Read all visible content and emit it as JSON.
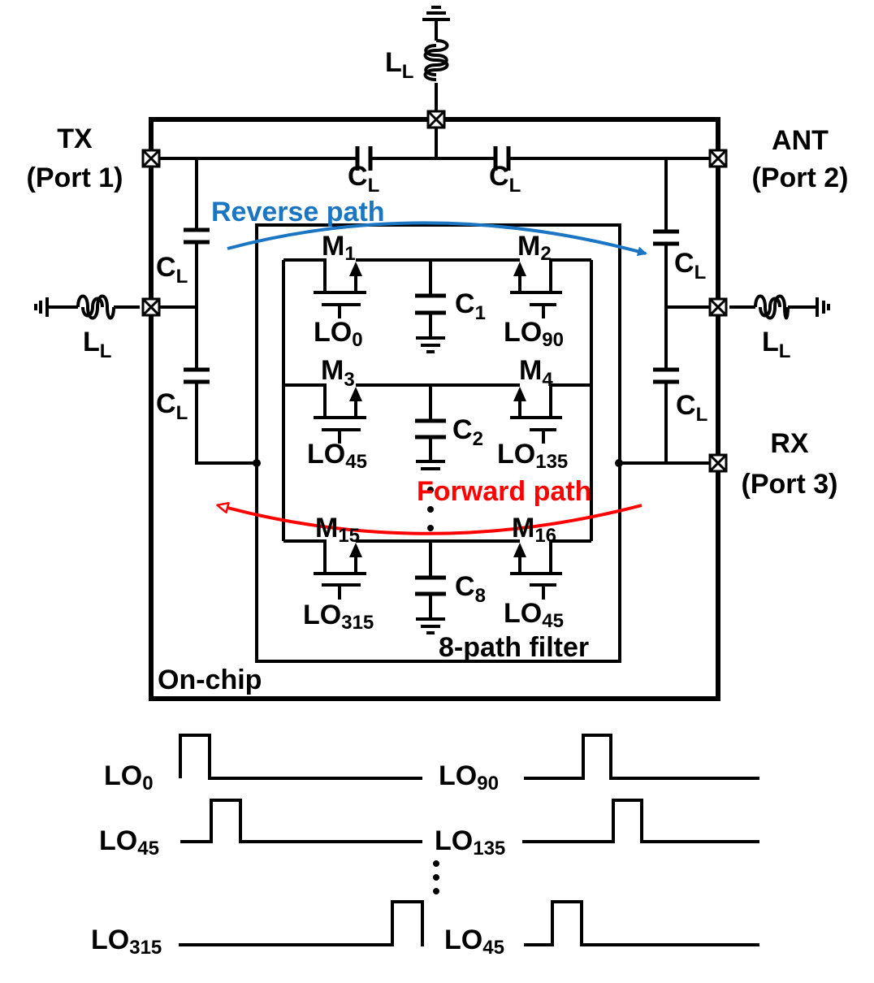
{
  "ports": {
    "tx": {
      "name": "TX",
      "port": "(Port 1)"
    },
    "ant": {
      "name": "ANT",
      "port": "(Port 2)"
    },
    "rx": {
      "name": "RX",
      "port": "(Port 3)"
    }
  },
  "inductor": {
    "main": "L",
    "sub": "L"
  },
  "capacitor_load": {
    "main": "C",
    "sub": "L"
  },
  "filter_caps": [
    {
      "main": "C",
      "sub": "1"
    },
    {
      "main": "C",
      "sub": "2"
    },
    {
      "main": "C",
      "sub": "8"
    }
  ],
  "transistors": [
    {
      "main": "M",
      "sub": "1"
    },
    {
      "main": "M",
      "sub": "2"
    },
    {
      "main": "M",
      "sub": "3"
    },
    {
      "main": "M",
      "sub": "4"
    },
    {
      "main": "M",
      "sub": "15"
    },
    {
      "main": "M",
      "sub": "16"
    }
  ],
  "gate_lo": [
    {
      "main": "LO",
      "sub": "0"
    },
    {
      "main": "LO",
      "sub": "90"
    },
    {
      "main": "LO",
      "sub": "45"
    },
    {
      "main": "LO",
      "sub": "135"
    },
    {
      "main": "LO",
      "sub": "315"
    },
    {
      "main": "LO",
      "sub": "45"
    }
  ],
  "paths": {
    "reverse": {
      "label": "Reverse path",
      "color": "#1a75c2"
    },
    "forward": {
      "label": "Forward path",
      "color": "#ff0000"
    }
  },
  "boxes": {
    "filter": "8-path filter",
    "chip": "On-chip"
  },
  "waveforms": [
    {
      "main": "LO",
      "sub": "0"
    },
    {
      "main": "LO",
      "sub": "90"
    },
    {
      "main": "LO",
      "sub": "45"
    },
    {
      "main": "LO",
      "sub": "135"
    },
    {
      "main": "LO",
      "sub": "315"
    },
    {
      "main": "LO",
      "sub": "45"
    }
  ]
}
